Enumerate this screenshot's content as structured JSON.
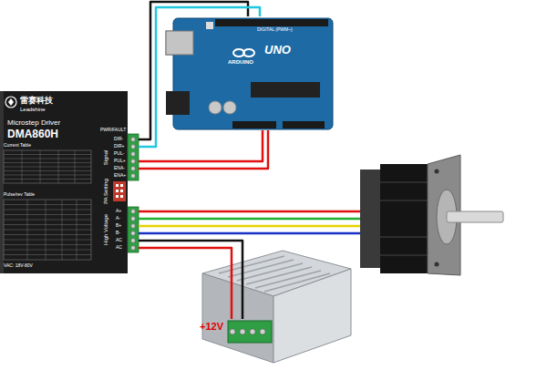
{
  "diagram": {
    "nodes": [
      {
        "text": [
          "DIGITAL (PWM~)",
          "UNO",
          "ARDUINO"
        ]
      },
      {
        "text": [
          "雷赛科技",
          "Leadshine",
          "Microstep Driver",
          "DMA860H",
          "Current Table",
          "Pulse/rev Table",
          "VAC: 18V-80V",
          "PWR/FAULT",
          "Signal",
          "DIR-",
          "DIR+",
          "PUL-",
          "PUL+",
          "ENA-",
          "ENA+",
          "PA Setting",
          "High Voltage",
          "A+",
          "A-",
          "B+",
          "B-",
          "AC",
          "AC"
        ]
      },
      {
        "text": [
          "+12V"
        ]
      }
    ],
    "edges": [
      {
        "from": 1,
        "to": 0,
        "arrow": "none"
      },
      {
        "from": 1,
        "to": 0,
        "arrow": "none"
      },
      {
        "from": 1,
        "to": 0,
        "arrow": "none"
      },
      {
        "from": 1,
        "to": 0,
        "arrow": "none"
      },
      {
        "from": 1,
        "to": 2,
        "arrow": "none"
      },
      {
        "from": 1,
        "to": 2,
        "arrow": "none"
      }
    ]
  }
}
